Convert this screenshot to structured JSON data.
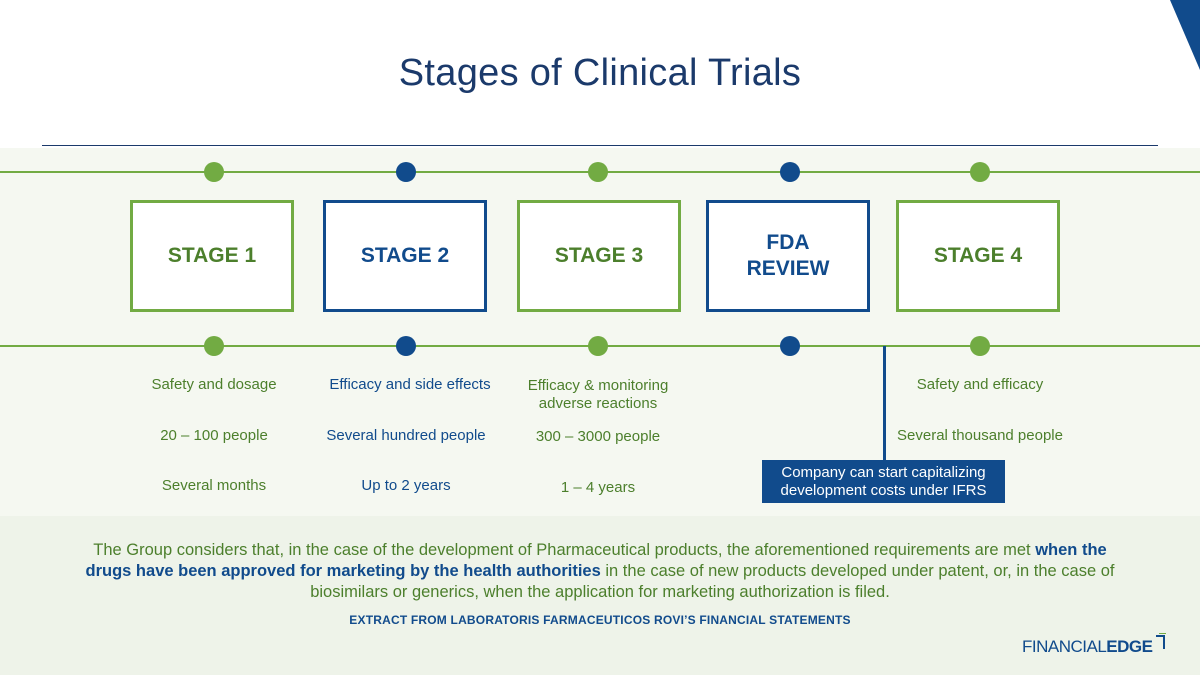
{
  "title": "Stages of Clinical Trials",
  "colors": {
    "green": "#72ab43",
    "green_text": "#4c7f2c",
    "blue": "#114b8c"
  },
  "stages": [
    {
      "label": "STAGE 1",
      "color": "green",
      "details": [
        "Safety and dosage",
        "20 – 100 people",
        "Several months"
      ]
    },
    {
      "label": "STAGE 2",
      "color": "blue",
      "details": [
        "Efficacy and side effects",
        "Several hundred people",
        "Up to 2 years"
      ]
    },
    {
      "label": "STAGE 3",
      "color": "green",
      "details": [
        "Efficacy & monitoring adverse reactions",
        "300 – 3000 people",
        "1 – 4 years"
      ]
    },
    {
      "label_line1": "FDA",
      "label_line2": "REVIEW",
      "color": "blue",
      "details": []
    },
    {
      "label": "STAGE 4",
      "color": "green",
      "details": [
        "Safety and efficacy",
        "Several thousand people",
        ""
      ]
    }
  ],
  "callout": "Company can start capitalizing development costs under IFRS",
  "quote": {
    "part1": "The Group considers that, in the case of the development of Pharmaceutical products, the aforementioned requirements are met ",
    "emphasis": "when the drugs have been approved for marketing by the health authorities",
    "part2": " in the case of new products developed under patent, or, in the case of biosimilars or generics, when the application for marketing authorization is filed."
  },
  "source": "EXTRACT FROM LABORATORIS FARMACEUTICOS ROVI’S FINANCIAL STATEMENTS",
  "logo": {
    "part1": "FINANCIAL",
    "part2": "EDGE"
  }
}
